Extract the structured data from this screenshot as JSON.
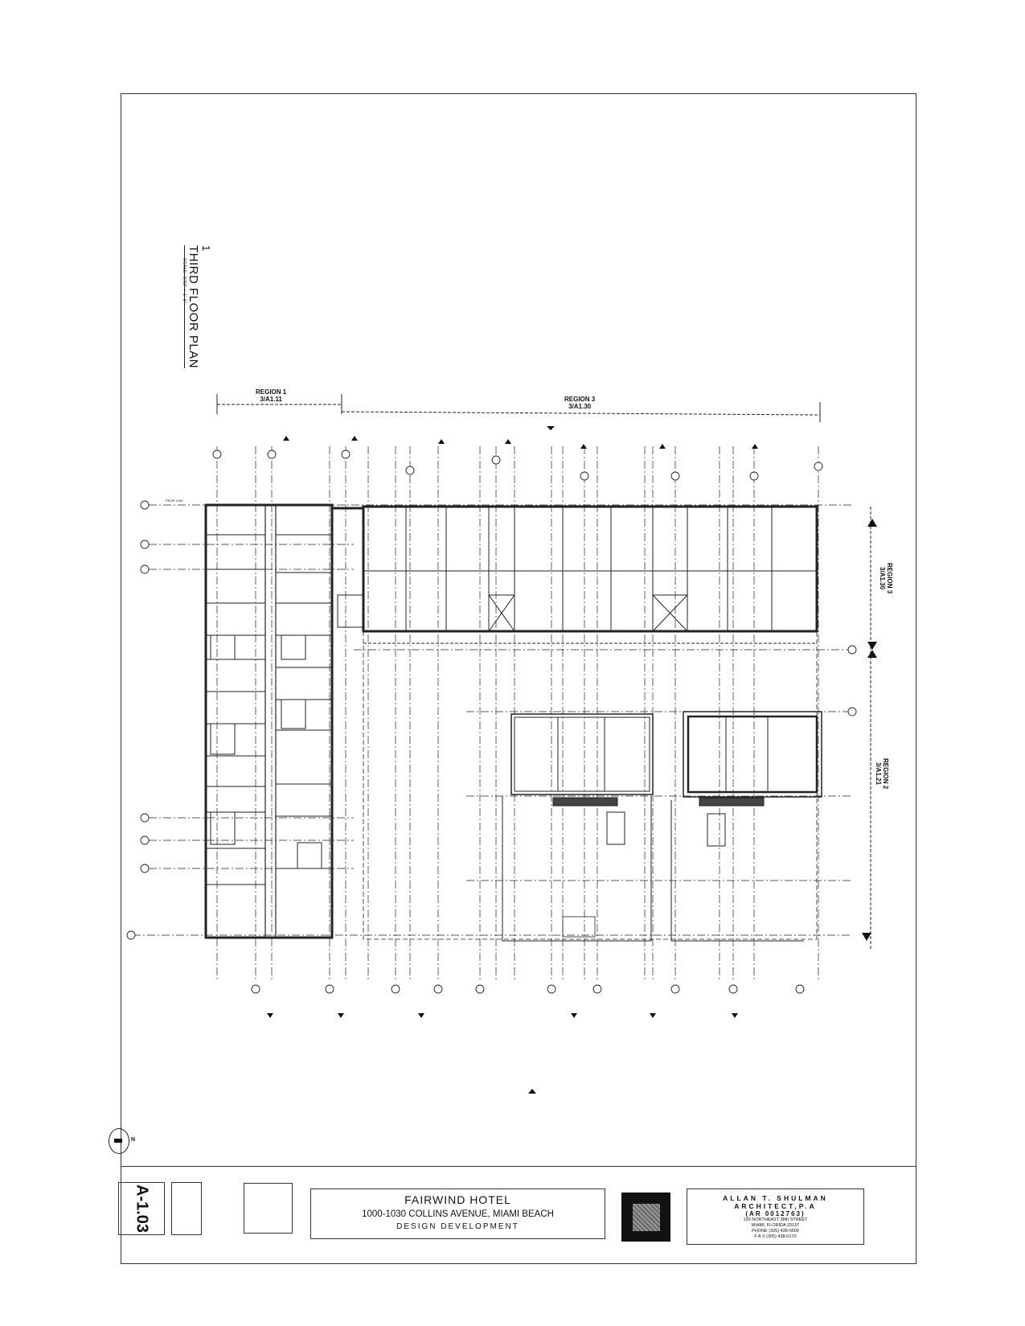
{
  "plan": {
    "number": "1",
    "title": "THIRD FLOOR PLAN",
    "scale": "SCALE: 3/32\" = 1'-0\""
  },
  "regions": [
    {
      "name": "REGION 1",
      "ref": "3/A1.11"
    },
    {
      "name": "REGION 3",
      "ref": "3/A1.30"
    },
    {
      "name": "REGION 3",
      "ref": "3/A1.30"
    },
    {
      "name": "REGION 2",
      "ref": "3/A1.21"
    }
  ],
  "annotations": {
    "prop_line": "PROP. LINE",
    "north": "N"
  },
  "title_block": {
    "sheet_number": "A-1.03",
    "project_name": "FAIRWIND HOTEL",
    "project_address": "1000-1030 COLLINS AVENUE, MIAMI BEACH",
    "phase": "DESIGN DEVELOPMENT",
    "architect": {
      "name": "ALLAN T. SHULMAN ARCHITECT,P.A",
      "license": "(AR 0012763)",
      "street": "100 NORTHEAST 38th STREET",
      "city": "MIAMI, FLORIDA 33137",
      "phone": "PHONE (305) 438-0609",
      "fax": "F A X (305) 438-0170"
    }
  },
  "colors": {
    "ink": "#111111",
    "paper": "#ffffff"
  }
}
